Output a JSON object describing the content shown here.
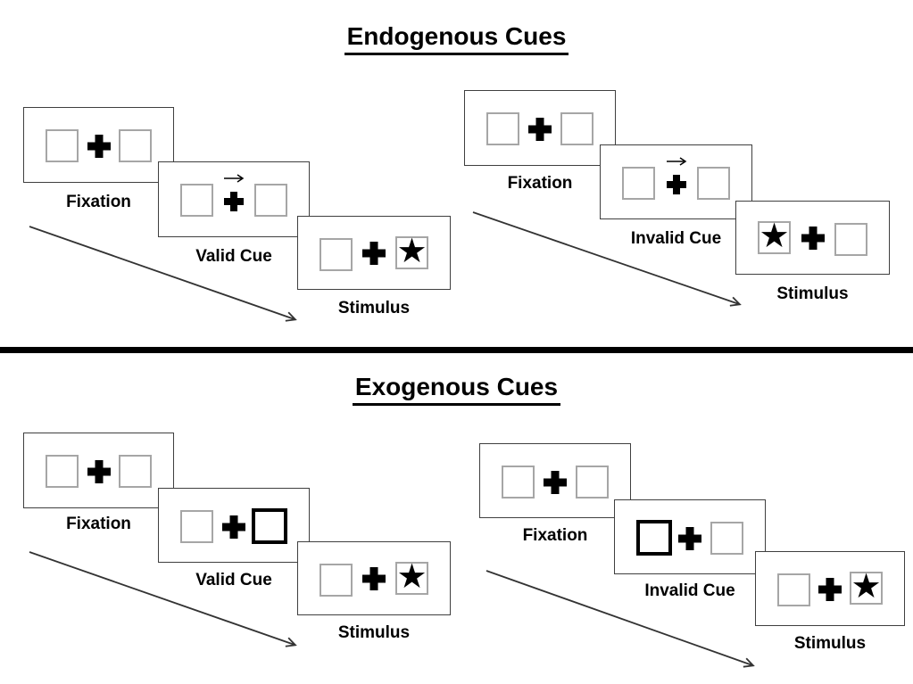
{
  "colors": {
    "background": "#ffffff",
    "panel_border": "#3f3f3f",
    "box_border": "#a6a6a6",
    "cue_highlight_border": "#000000",
    "divider": "#000000",
    "timeline_arrow": "#333333",
    "text": "#000000"
  },
  "icons": {
    "star": "★",
    "fixation_cross": "heavy-plus-shape",
    "cue_arrow": "thin-right-arrow"
  },
  "sections": [
    {
      "title": "Endogenous Cues",
      "trials": [
        {
          "name": "endogenous-valid",
          "labels": {
            "fixation": "Fixation",
            "cue": "Valid Cue",
            "stimulus": "Stimulus"
          },
          "cue_type": "central-arrow-right",
          "stimulus_side": "right"
        },
        {
          "name": "endogenous-invalid",
          "labels": {
            "fixation": "Fixation",
            "cue": "Invalid Cue",
            "stimulus": "Stimulus"
          },
          "cue_type": "central-arrow-right",
          "stimulus_side": "left"
        }
      ]
    },
    {
      "title": "Exogenous Cues",
      "trials": [
        {
          "name": "exogenous-valid",
          "labels": {
            "fixation": "Fixation",
            "cue": "Valid Cue",
            "stimulus": "Stimulus"
          },
          "cue_type": "peripheral-box-right",
          "stimulus_side": "right"
        },
        {
          "name": "exogenous-invalid",
          "labels": {
            "fixation": "Fixation",
            "cue": "Invalid Cue",
            "stimulus": "Stimulus"
          },
          "cue_type": "peripheral-box-left",
          "stimulus_side": "right"
        }
      ]
    }
  ]
}
